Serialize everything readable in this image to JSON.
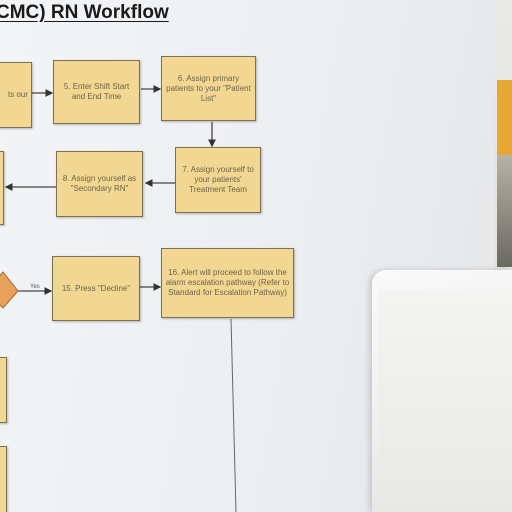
{
  "poster": {
    "title": "CMC) RN Workflow",
    "steps": {
      "step_left_top": "ts our",
      "step5": "5. Enter Shift Start and End Time",
      "step6": "6. Assign primary patients to your \"Patient List\"",
      "step7": "7. Assign yourself to your patients' Treatment Team",
      "step8": "8. Assign yourself as \"Secondary RN\"",
      "step15": "15. Press \"Decline\"",
      "step16": "16. Alert will proceed to follow the alarm escalation pathway (Refer to Standard for Escalation Pathway)"
    },
    "connector_label": "Yes"
  },
  "colors": {
    "step_box": "#f1d791",
    "decision": "#e9a05a",
    "poster_bg": "#eef1f4",
    "accent_tab": "#e7a734"
  }
}
